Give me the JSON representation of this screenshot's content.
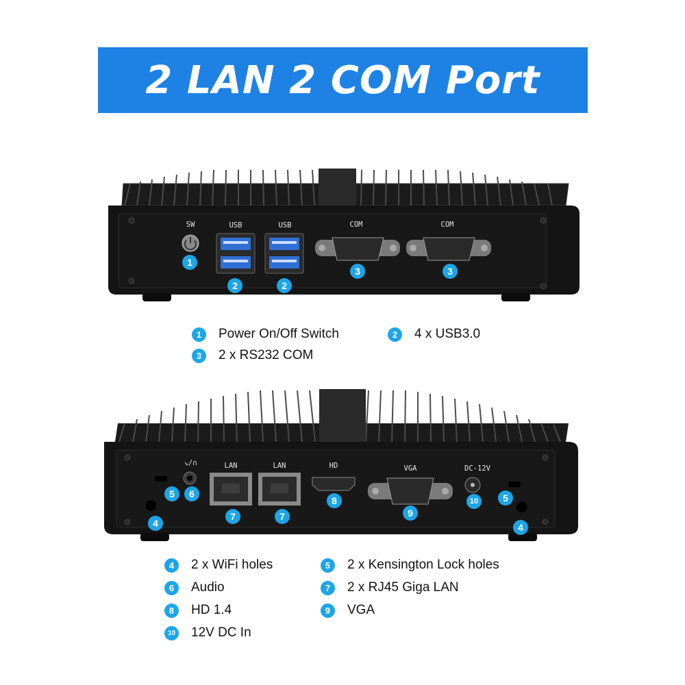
{
  "banner": {
    "title": "2 LAN 2 COM Port"
  },
  "front_panel": {
    "labels": {
      "sw": "SW",
      "usb1": "USB",
      "usb2": "USB",
      "com1": "COM",
      "com2": "COM"
    },
    "badges": [
      "1",
      "2",
      "2",
      "3",
      "3"
    ]
  },
  "front_legend": [
    {
      "num": "1",
      "text": "Power On/Off Switch"
    },
    {
      "num": "2",
      "text": "4 x USB3.0"
    },
    {
      "num": "3",
      "text": "2 x RS232 COM"
    }
  ],
  "rear_panel": {
    "labels": {
      "audio": "↘/∩",
      "lan1": "LAN",
      "lan2": "LAN",
      "hd": "HD",
      "vga": "VGA",
      "dc": "DC-12V"
    },
    "badges": [
      "5",
      "6",
      "4",
      "7",
      "7",
      "8",
      "9",
      "10",
      "5",
      "4"
    ]
  },
  "rear_legend": [
    {
      "num": "4",
      "text": "2 x WiFi holes"
    },
    {
      "num": "5",
      "text": "2 x Kensington Lock holes"
    },
    {
      "num": "6",
      "text": "Audio"
    },
    {
      "num": "7",
      "text": "2 x RJ45 Giga LAN"
    },
    {
      "num": "8",
      "text": "HD 1.4"
    },
    {
      "num": "9",
      "text": "VGA"
    },
    {
      "num": "10",
      "text": "12V DC In"
    }
  ],
  "colors": {
    "accent": "#1e82e4",
    "badge": "#1ea5e6",
    "case": "#141414"
  }
}
